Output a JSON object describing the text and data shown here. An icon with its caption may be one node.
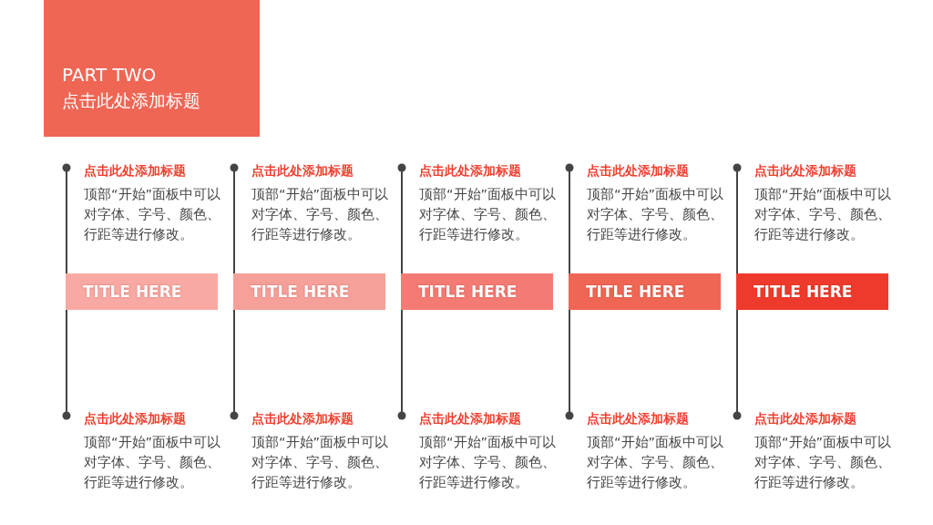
{
  "diagram": {
    "nodes": [
      {
        "text": [
          "PART TWO",
          "点击此处添加标题"
        ]
      },
      {
        "text": [
          "点击此处添加标题",
          "顶部“开始”面板中可以对字体、字号、颜色、行距等进行修改。"
        ]
      },
      {
        "text": [
          "点击此处添加标题",
          "顶部“开始”面板中可以对字体、字号、颜色、行距等进行修改。"
        ]
      },
      {
        "text": [
          "点击此处添加标题",
          "顶部“开始”面板中可以对字体、字号、颜色、行距等进行修改。"
        ]
      },
      {
        "text": [
          "点击此处添加标题",
          "顶部“开始”面板中可以对字体、字号、颜色、行距等进行修改。"
        ]
      },
      {
        "text": [
          "点击此处添加标题",
          "顶部“开始”面板中可以对字体、字号、颜色、行距等进行修改。"
        ]
      },
      {
        "text": [
          "TITLE HERE"
        ]
      },
      {
        "text": [
          "TITLE HERE"
        ]
      },
      {
        "text": [
          "TITLE HERE"
        ]
      },
      {
        "text": [
          "TITLE HERE"
        ]
      },
      {
        "text": [
          "TITLE HERE"
        ]
      },
      {
        "text": [
          "点击此处添加标题",
          "顶部“开始”面板中可以对字体、字号、颜色、行距等进行修改。"
        ]
      },
      {
        "text": [
          "点击此处添加标题",
          "顶部“开始”面板中可以对字体、字号、颜色、行距等进行修改。"
        ]
      },
      {
        "text": [
          "点击此处添加标题",
          "顶部“开始”面板中可以对字体、字号、颜色、行距等进行修改。"
        ]
      },
      {
        "text": [
          "点击此处添加标题",
          "顶部“开始”面板中可以对字体、字号、颜色、行距等进行修改。"
        ]
      },
      {
        "text": [
          "点击此处添加标题",
          "顶部“开始”面板中可以对字体、字号、颜色、行距等进行修改。"
        ]
      }
    ],
    "edges": [
      {
        "from": 1,
        "to": 11,
        "arrow": "other"
      },
      {
        "from": 2,
        "to": 12,
        "arrow": "other"
      },
      {
        "from": 3,
        "to": 13,
        "arrow": "other"
      },
      {
        "from": 4,
        "to": 14,
        "arrow": "other"
      },
      {
        "from": 5,
        "to": 15,
        "arrow": "other"
      }
    ]
  }
}
